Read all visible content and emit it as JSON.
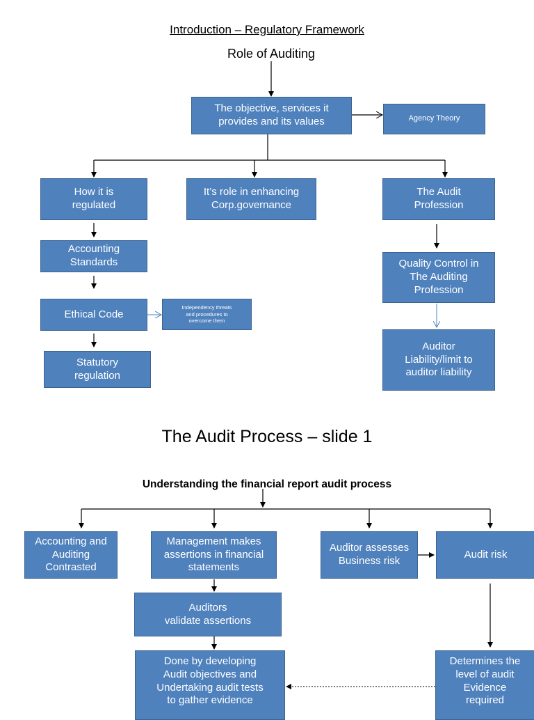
{
  "slide1": {
    "title": "Introduction – Regulatory Framework",
    "subtitle": "Role of Auditing",
    "boxes": {
      "objective": "The objective, services it\nprovides and its values",
      "agency": "Agency Theory",
      "regulated": "How it is\nregulated",
      "corpgov": "It’s role in enhancing\nCorp.governance",
      "profession": "The Audit\nProfession",
      "accounting_standards": "Accounting\nStandards",
      "ethical_code": "Ethical Code",
      "independency": "Independency threats\nand procedures to\novercome them",
      "statutory": "Statutory\nregulation",
      "quality_control": "Quality Control in\nThe Auditing\nProfession",
      "liability": "Auditor\nLiability/limit to\nauditor liability"
    }
  },
  "slide2": {
    "title": "The Audit Process – slide 1",
    "subtitle": "Understanding the financial report audit process",
    "boxes": {
      "contrasted": "Accounting and\nAuditing\nContrasted",
      "management": "Management makes\nassertions in financial\nstatements",
      "business_risk": "Auditor assesses\nBusiness risk",
      "audit_risk": "Audit risk",
      "validate": "Auditors\nvalidate assertions",
      "developing": "Done by developing\nAudit objectives and\nUndertaking audit tests\nto gather evidence",
      "determines": "Determines the\nlevel of audit\nEvidence\nrequired"
    }
  },
  "colors": {
    "box_fill": "#4f81bd",
    "box_border": "#3a6391",
    "box_text": "#ffffff"
  }
}
